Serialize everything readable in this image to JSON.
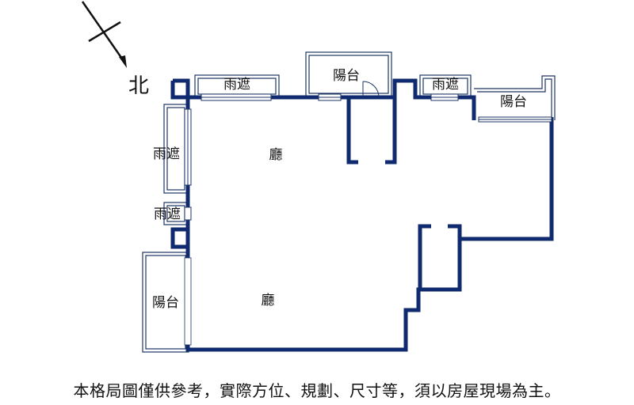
{
  "compass": {
    "north_label": "北"
  },
  "rooms": {
    "living_upper": "廳",
    "living_lower": "廳",
    "balcony_top": "陽台",
    "balcony_right": "陽台",
    "balcony_left": "陽台",
    "awning_top_left": "雨遮",
    "awning_top_right": "雨遮",
    "awning_left_upper": "雨遮",
    "awning_left_small": "雨遮"
  },
  "disclaimer": "本格局圖僅供參考，實際方位、規劃、尺寸等，須以房屋現場為主。",
  "colors": {
    "wall": "#0f2a6e",
    "outline": "#1d3563"
  }
}
